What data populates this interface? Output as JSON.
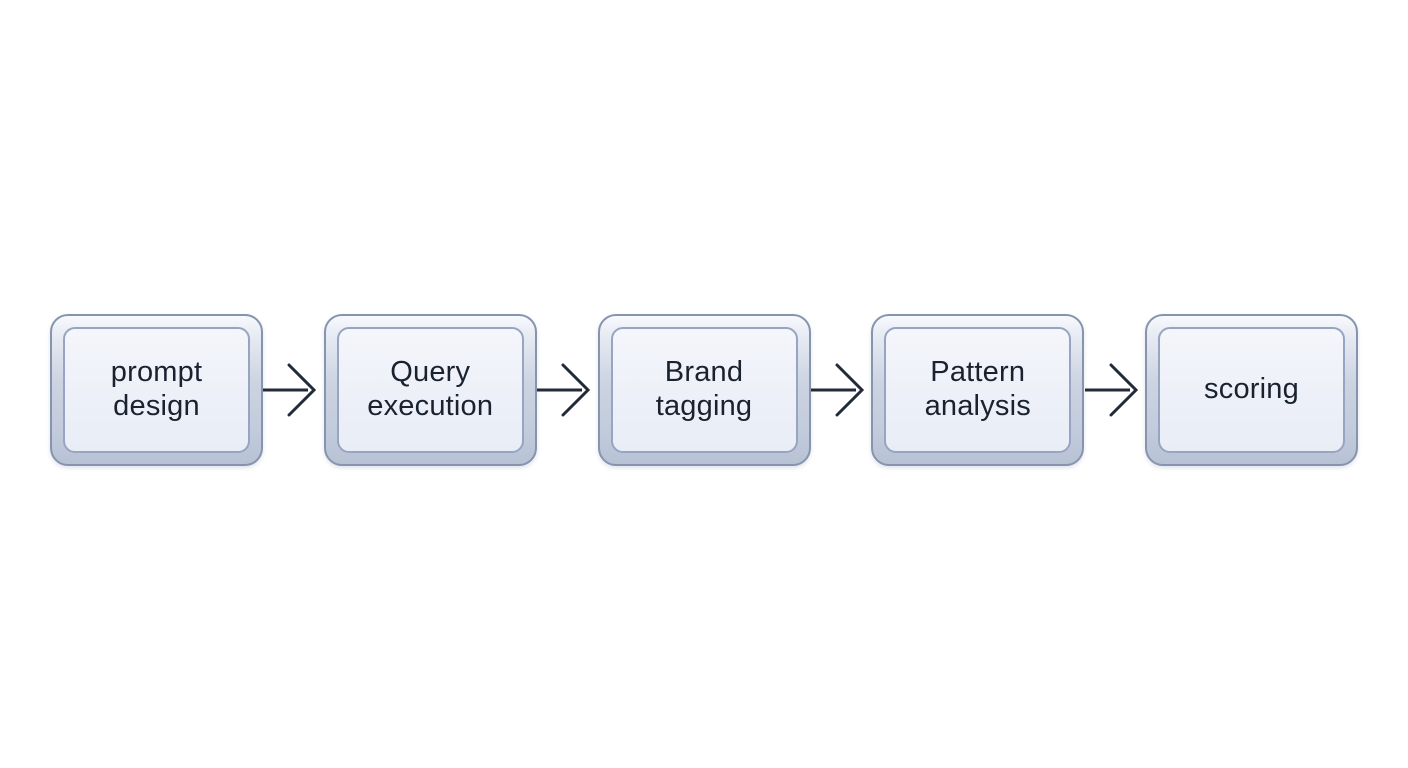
{
  "diagram": {
    "type": "flowchart",
    "direction": "left-to-right",
    "nodes": [
      {
        "id": "prompt-design",
        "label": "prompt design"
      },
      {
        "id": "query-execution",
        "label": "Query execution"
      },
      {
        "id": "brand-tagging",
        "label": "Brand tagging"
      },
      {
        "id": "pattern-analysis",
        "label": "Pattern analysis"
      },
      {
        "id": "scoring",
        "label": "scoring"
      }
    ],
    "connections": [
      {
        "from": "prompt-design",
        "to": "query-execution"
      },
      {
        "from": "query-execution",
        "to": "brand-tagging"
      },
      {
        "from": "brand-tagging",
        "to": "pattern-analysis"
      },
      {
        "from": "pattern-analysis",
        "to": "scoring"
      }
    ],
    "colors": {
      "page-bg": "#ffffff",
      "box-border": "#8794ae",
      "inner-border": "#97a5c2",
      "box-bezel": "#c6cede",
      "box-fill": "#edf0f8",
      "text": "#1a2230",
      "arrow": "#222b3a"
    }
  }
}
